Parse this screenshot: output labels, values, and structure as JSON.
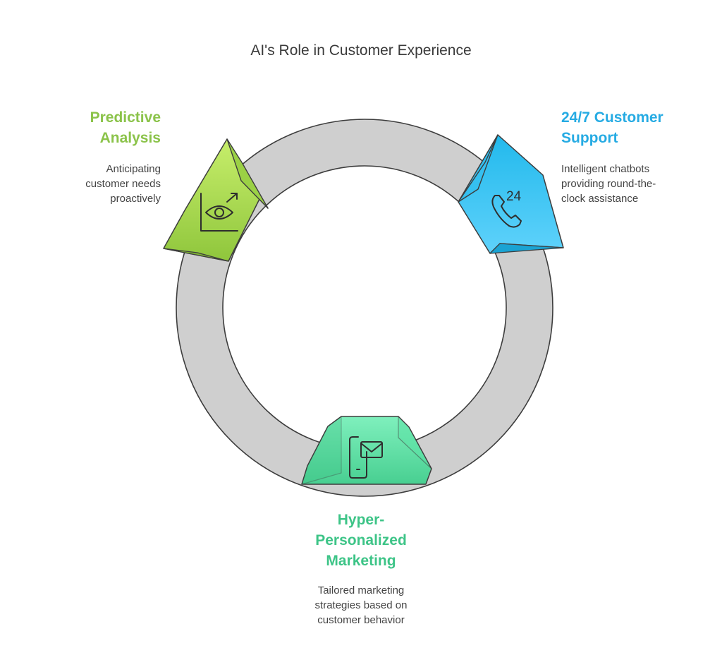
{
  "title": "AI's Role in Customer Experience",
  "colors": {
    "ring": "#cfcfcf",
    "ring_stroke": "#3d3d3d",
    "predictive": "#8fc63c",
    "predictive_light": "#c7ee6b",
    "support": "#22b9ec",
    "support_light": "#5fd2fb",
    "marketing": "#48cf91",
    "marketing_light": "#7ff0bd",
    "heading_predictive": "#8bc34a",
    "heading_support": "#26abe3",
    "heading_marketing": "#3dc487"
  },
  "items": {
    "predictive": {
      "heading_lines": [
        "Predictive",
        "Analysis"
      ],
      "desc_lines": [
        "Anticipating",
        "customer needs",
        "proactively"
      ],
      "icon": "eye-chart-icon"
    },
    "support": {
      "heading_lines": [
        "24/7 Customer",
        "Support"
      ],
      "desc_lines": [
        "Intelligent chatbots",
        "providing round-the-",
        "clock assistance"
      ],
      "icon": "phone-24-icon",
      "icon_text": "24"
    },
    "marketing": {
      "heading_lines": [
        "Hyper-",
        "Personalized",
        "Marketing"
      ],
      "desc_lines": [
        "Tailored marketing",
        "strategies based on",
        "customer behavior"
      ],
      "icon": "mobile-mail-icon"
    }
  }
}
